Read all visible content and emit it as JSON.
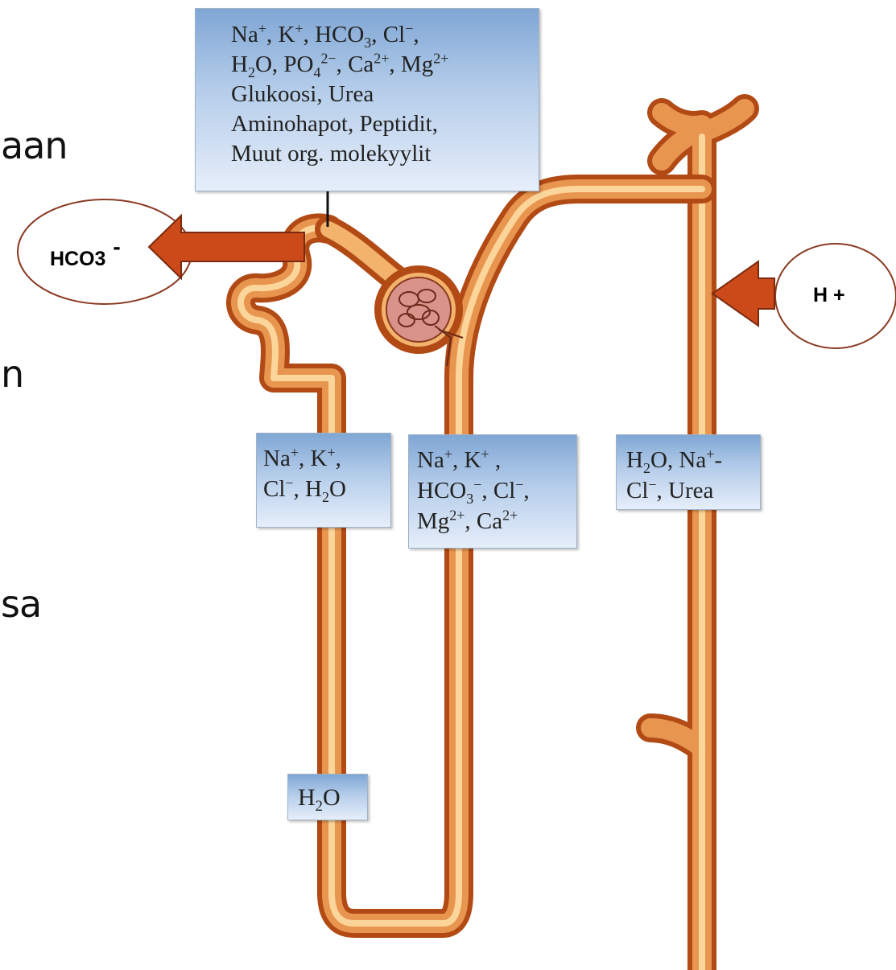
{
  "left_text_fragments": [
    "aan",
    "n",
    "sa"
  ],
  "labels": {
    "top_box": {
      "line1_html": "Na<sup>+</sup>, K<sup>+</sup>, HCO<sub>3</sub>, Cl<sup>−</sup>,",
      "line2_html": "H<sub>2</sub>O, PO<sub>4</sub><sup>2−</sup>, Ca<sup>2+</sup>, Mg<sup>2+</sup>",
      "line3": "Glukoosi, Urea",
      "line4": "Aminohapot, Peptidit,",
      "line5": "Muut org. molekyylit"
    },
    "descending_box": {
      "line1_html": "Na<sup>+</sup>, K<sup>+</sup>,",
      "line2_html": "Cl<sup>−</sup>, H<sub>2</sub>O"
    },
    "ascending_box": {
      "line1_html": "Na<sup>+</sup>, K<sup>+</sup> ,",
      "line2_html": "HCO<sub>3</sub><sup>−</sup>, Cl<sup>−</sup>,",
      "line3_html": "Mg<sup>2+</sup>, Ca<sup>2+</sup>"
    },
    "collecting_box": {
      "line1_html": "H<sub>2</sub>O, Na<sup>+</sup>-",
      "line2_html": "Cl<sup>−</sup>, Urea"
    },
    "loop_box": {
      "line1_html": "H<sub>2</sub>O"
    }
  },
  "callouts": {
    "bicarbonate": {
      "text": "HCO3",
      "sign": "-"
    },
    "hydrogen": {
      "text": "H +"
    }
  },
  "colors": {
    "tubule_outer": "#b24a15",
    "tubule_inner": "#f3b36c",
    "tubule_core": "#fcd59b",
    "glomerulus": "#d9938a",
    "arrow": "#cc4a1a",
    "ellipse_stroke": "#8a3a22"
  }
}
